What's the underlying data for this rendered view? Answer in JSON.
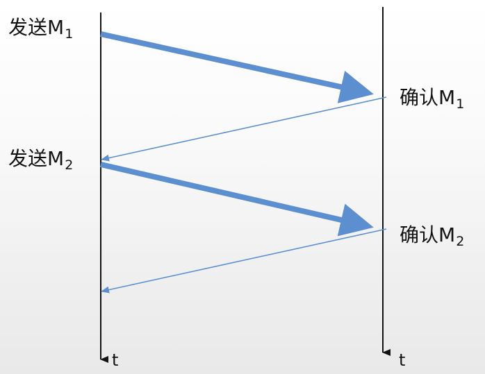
{
  "colors": {
    "arrow": "#5b8fd0",
    "timeline": "#111111"
  },
  "timelines": {
    "left_time_label": "t",
    "right_time_label": "t"
  },
  "messages": [
    {
      "send_label": "发送",
      "send_sub": "1",
      "ack_label": "确认",
      "ack_sub": "1",
      "msg_letter": "M"
    },
    {
      "send_label": "发送",
      "send_sub": "2",
      "ack_label": "确认",
      "ack_sub": "2",
      "msg_letter": "M"
    }
  ]
}
